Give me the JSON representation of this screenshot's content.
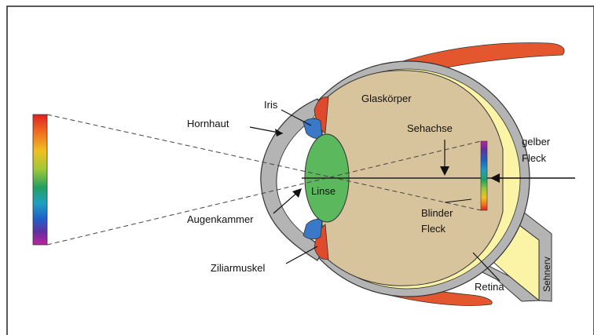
{
  "labels": {
    "iris": "Iris",
    "glaskoerper": "Glaskörper",
    "hornhaut": "Hornhaut",
    "sehachse": "Sehachse",
    "gelber_fleck_1": "gelber",
    "gelber_fleck_2": "Fleck",
    "linse": "Linse",
    "augenkammer": "Augenkammer",
    "blinder_fleck_1": "Blinder",
    "blinder_fleck_2": "Fleck",
    "ziliarmuskel": "Ziliarmuskel",
    "retina": "Retina",
    "sehnerv": "Sehnerv"
  },
  "colors": {
    "frame": "#222222",
    "sclera": "#b4b4b4",
    "vitreous": "#d8c49c",
    "lens": "#5cb85c",
    "iris": "#3a78c8",
    "ciliary": "#e04a2c",
    "muscle": "#e4572e",
    "retina_yellow": "#fbf3a6"
  },
  "spectrum": [
    "#e02020",
    "#f07020",
    "#f0c020",
    "#a0c838",
    "#20a060",
    "#20a0c0",
    "#2060c8",
    "#6030a0",
    "#c020a0"
  ]
}
